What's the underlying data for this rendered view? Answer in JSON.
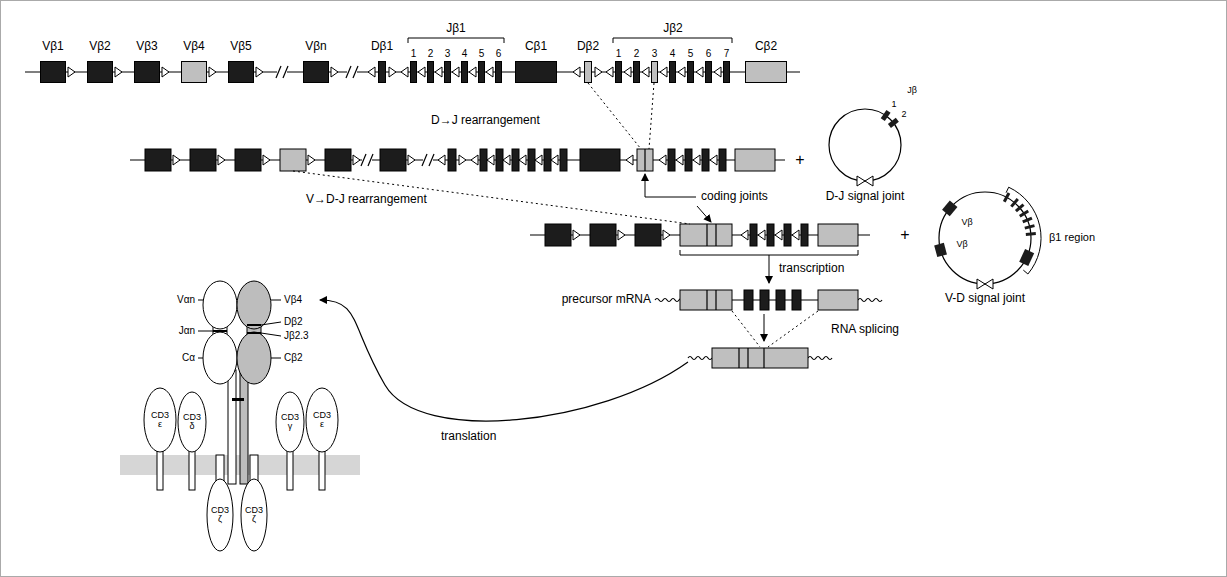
{
  "diagram": {
    "nodes": [
      {
        "text": [
          "Vβ1"
        ]
      },
      {
        "text": [
          "Vβ2"
        ]
      },
      {
        "text": [
          "Vβ3"
        ]
      },
      {
        "text": [
          "Vβ4"
        ]
      },
      {
        "text": [
          "Vβ5"
        ]
      },
      {
        "text": [
          "Vβn"
        ]
      },
      {
        "text": [
          "Dβ1"
        ]
      },
      {
        "text": [
          "1"
        ]
      },
      {
        "text": [
          "2"
        ]
      },
      {
        "text": [
          "3"
        ]
      },
      {
        "text": [
          "4"
        ]
      },
      {
        "text": [
          "5"
        ]
      },
      {
        "text": [
          "6"
        ]
      },
      {
        "text": [
          "Cβ1"
        ]
      },
      {
        "text": [
          "Dβ2"
        ]
      },
      {
        "text": [
          "1"
        ]
      },
      {
        "text": [
          "2"
        ]
      },
      {
        "text": [
          "3"
        ]
      },
      {
        "text": [
          "4"
        ]
      },
      {
        "text": [
          "5"
        ]
      },
      {
        "text": [
          "6"
        ]
      },
      {
        "text": [
          "7"
        ]
      },
      {
        "text": [
          "Cβ2"
        ]
      },
      {
        "text": [
          "CD3 ε"
        ]
      },
      {
        "text": [
          "CD3 δ"
        ]
      },
      {
        "text": [
          "CD3 γ"
        ]
      },
      {
        "text": [
          "CD3 ε"
        ]
      },
      {
        "text": [
          "CD3 ζ"
        ]
      },
      {
        "text": [
          "CD3 ζ"
        ]
      }
    ],
    "labels": [
      "Jβ1",
      "Jβ2",
      "D→J rearrangement",
      "+",
      "Jβ",
      "1",
      "2",
      "D-J signal joint",
      "V→D-J rearrangement",
      "coding joints",
      "+",
      "Vβ",
      "Vβ",
      "β1 region",
      "V-D signal joint",
      "transcription",
      "precursor mRNA",
      "RNA splicing",
      "translation",
      "Vαn",
      "Jαn",
      "Cα",
      "Vβ4",
      "Dβ2",
      "Jβ2.3",
      "Cβ2"
    ]
  }
}
